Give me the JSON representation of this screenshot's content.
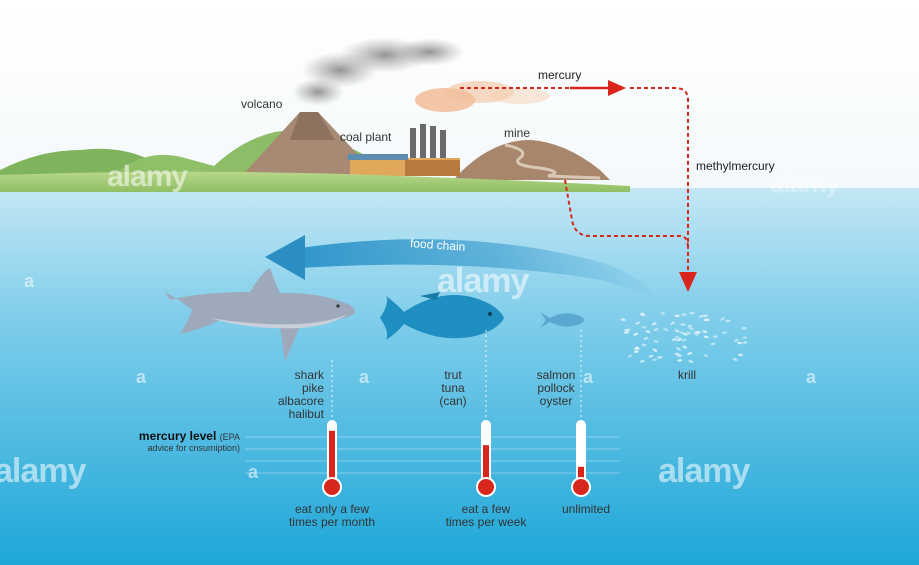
{
  "labels": {
    "volcano": "volcano",
    "coal_plant": "coal plant",
    "mine": "mine",
    "mercury": "mercury",
    "methylmercury": "methylmercury",
    "food_chain": "food chain",
    "krill": "krill",
    "mercury_level": "mercury level",
    "epa_line1": "(EPA",
    "epa_line2": "advice for cnsumiption)"
  },
  "groups": [
    {
      "species": [
        "shark",
        "pike",
        "albacore",
        "halibut"
      ],
      "advice": [
        "eat only a few",
        "times per month"
      ],
      "level": 0.82
    },
    {
      "species": [
        "trut",
        "tuna",
        "(can)"
      ],
      "advice": [
        "eat a few",
        "times per week"
      ],
      "level": 0.58
    },
    {
      "species": [
        "salmon",
        "pollock",
        "oyster"
      ],
      "advice": [
        "unlimited"
      ],
      "level": 0.22
    }
  ],
  "watermark": {
    "text": "alamy",
    "letter": "a"
  },
  "colors": {
    "sky_top": "#ffffff",
    "sea_top": "#bfe6f5",
    "sea_bottom": "#1fa8d8",
    "arrow_red": "#d9261c",
    "food_chain_arrow": "#2b93c9",
    "thermo_red": "#d9261c"
  }
}
